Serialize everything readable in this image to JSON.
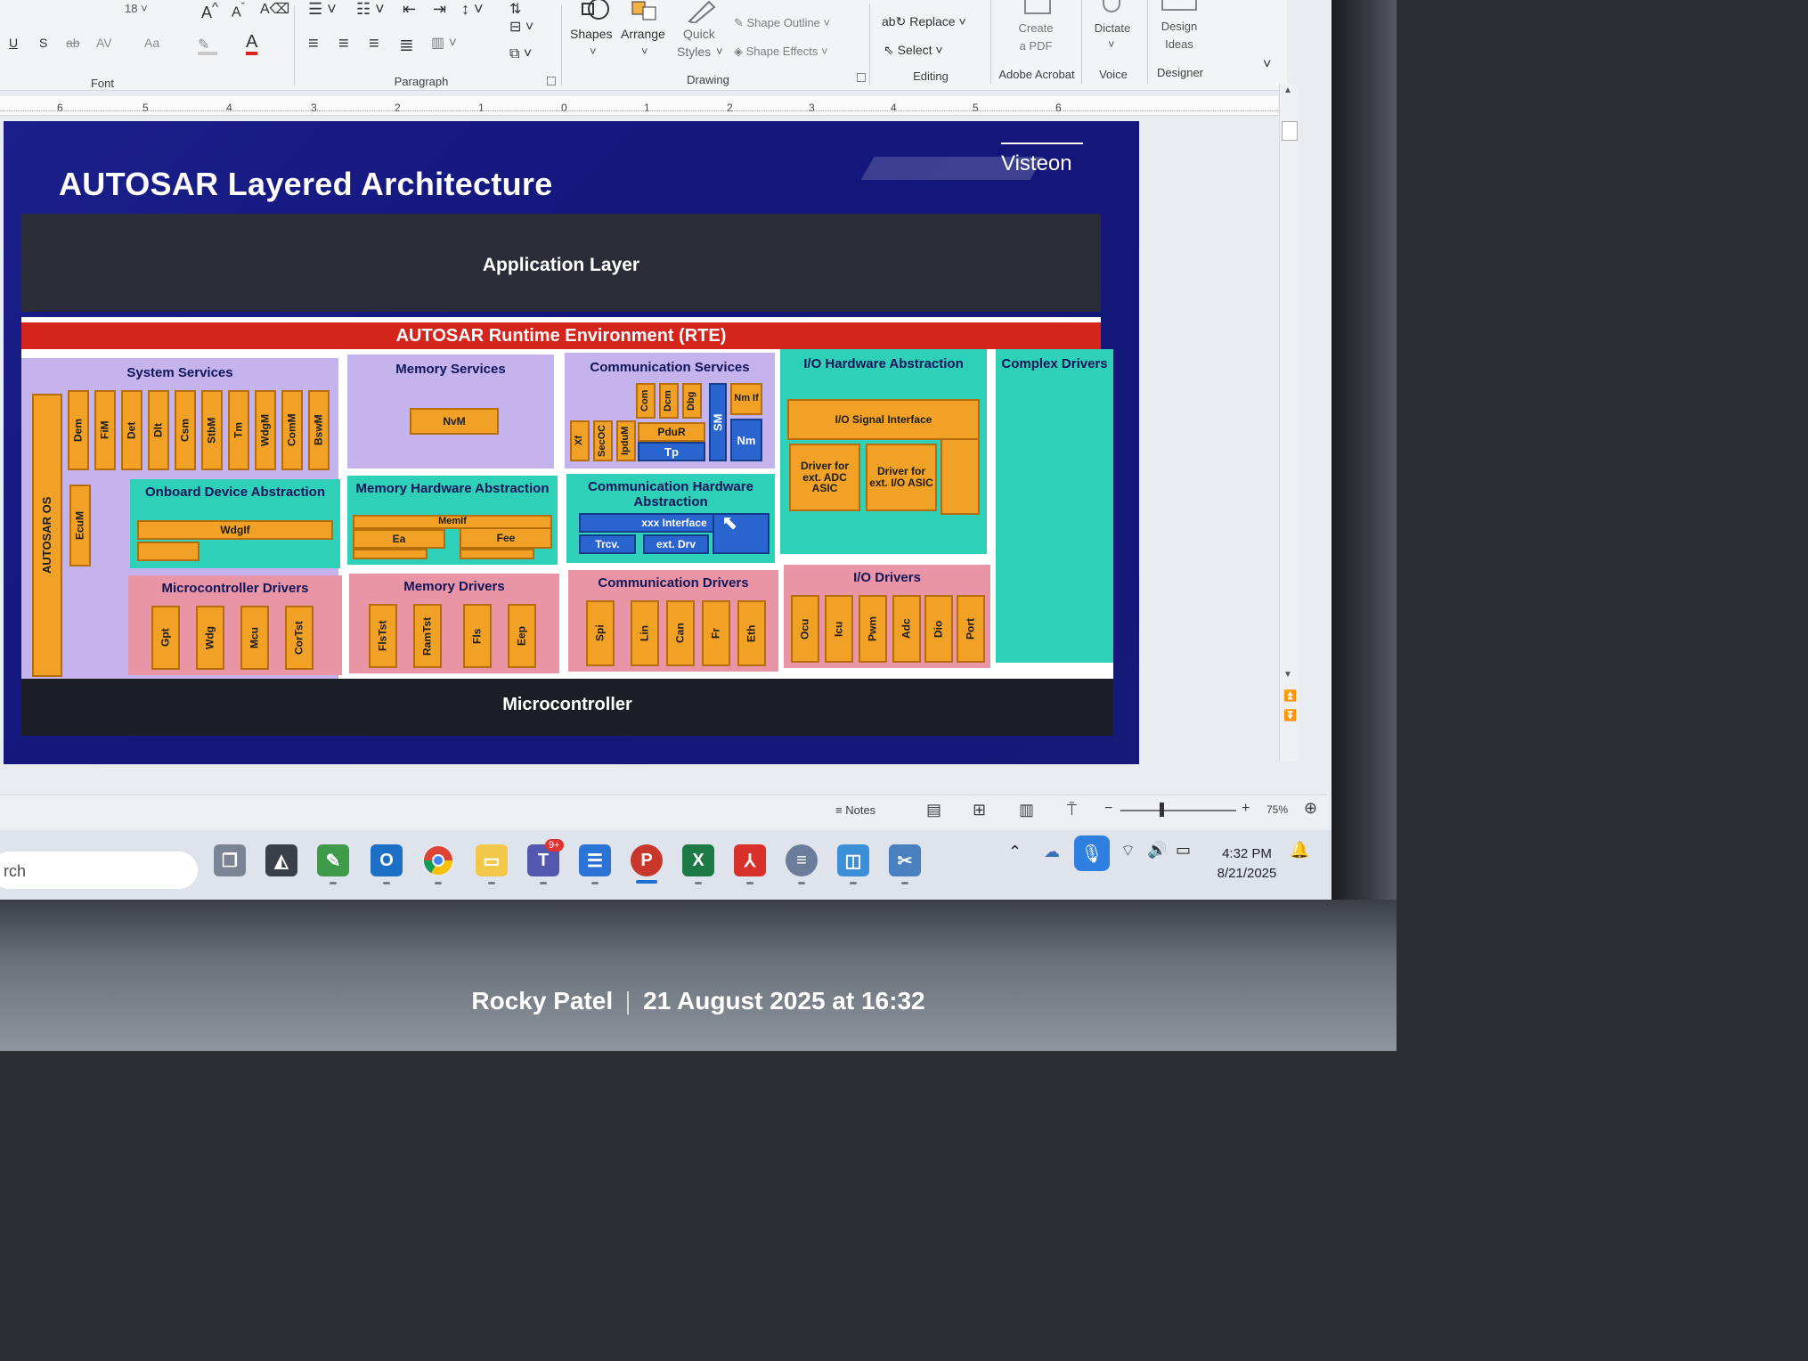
{
  "ribbon": {
    "font_size_value": "18",
    "groups": {
      "font": "Font",
      "paragraph": "Paragraph",
      "drawing": "Drawing",
      "editing": "Editing",
      "adobe": "Adobe Acrobat",
      "voice": "Voice",
      "designer": "Designer"
    },
    "buttons": {
      "shapes": "Shapes",
      "arrange": "Arrange",
      "quick_styles_1": "Quick",
      "quick_styles_2": "Styles",
      "shape_outline": "Shape Outline",
      "shape_effects": "Shape Effects",
      "replace": "Replace",
      "select": "Select",
      "create_pdf_1": "Create",
      "create_pdf_2": "a PDF",
      "dictate": "Dictate",
      "design_ideas_1": "Design",
      "design_ideas_2": "Ideas"
    },
    "font_buttons": {
      "underline": "U",
      "shadow": "S",
      "strike": "ab",
      "spacing": "AV",
      "case": "Aa",
      "font_color": "A",
      "grow": "A^",
      "shrink": "A^"
    }
  },
  "ruler": {
    "labels": [
      "6",
      "5",
      "4",
      "3",
      "2",
      "1",
      "0",
      "1",
      "2",
      "3",
      "4",
      "5",
      "6"
    ]
  },
  "slide": {
    "title": "AUTOSAR Layered Architecture",
    "brand": "Visteon",
    "application_layer": "Application Layer",
    "rte": "AUTOSAR Runtime Environment (RTE)",
    "microcontroller": "Microcontroller",
    "system_services": {
      "header": "System Services",
      "modules": [
        "Dem",
        "FiM",
        "Det",
        "Dlt",
        "Csm",
        "StbM",
        "Tm",
        "WdgM",
        "ComM",
        "BswM"
      ],
      "os": "AUTOSAR OS",
      "ecum": "EcuM"
    },
    "memory_services": {
      "header": "Memory Services",
      "nvm": "NvM"
    },
    "communication_services": {
      "header": "Communication Services",
      "upper": [
        "Com",
        "Dcm",
        "Dbg"
      ],
      "nm_if": "Nm If",
      "lower": [
        "Xf",
        "SecOC",
        "IpduM"
      ],
      "pdur": "PduR",
      "tp": "Tp",
      "sm": "SM",
      "nm": "Nm"
    },
    "io_hw_abstraction": {
      "header": "I/O Hardware Abstraction",
      "signal_interface": "I/O Signal Interface",
      "driver_adc": "Driver for ext. ADC ASIC",
      "driver_io": "Driver for ext. I/O ASIC"
    },
    "complex_drivers": {
      "header": "Complex Drivers"
    },
    "onboard_device": {
      "header": "Onboard Device Abstraction",
      "wdgif": "WdgIf"
    },
    "memory_hw_abstraction": {
      "header": "Memory Hardware Abstraction",
      "memif": "MemIf",
      "ea": "Ea",
      "fee": "Fee"
    },
    "comm_hw_abstraction": {
      "header": "Communication Hardware Abstraction",
      "interface": "xxx Interface",
      "trcv": "Trcv.",
      "ext_drv": "ext. Drv"
    },
    "microcontroller_drivers": {
      "header": "Microcontroller Drivers",
      "modules": [
        "Gpt",
        "Wdg",
        "Mcu",
        "CorTst"
      ]
    },
    "memory_drivers": {
      "header": "Memory Drivers",
      "modules": [
        "FlsTst",
        "RamTst",
        "Fls",
        "Eep"
      ]
    },
    "communication_drivers": {
      "header": "Communication Drivers",
      "modules": [
        "Spi",
        "Lin",
        "Can",
        "Fr",
        "Eth"
      ]
    },
    "io_drivers": {
      "header": "I/O Drivers",
      "modules": [
        "Ocu",
        "Icu",
        "Pwm",
        "Adc",
        "Dio",
        "Port"
      ]
    }
  },
  "statusbar": {
    "notes": "Notes",
    "zoom": "75%"
  },
  "taskbar": {
    "search_text": "rch",
    "teams_badge": "9+",
    "time": "4:32 PM",
    "date": "8/21/2025"
  },
  "photo_caption": {
    "author": "Rocky Patel",
    "datetime": "21 August 2025 at 16:32"
  },
  "colors": {
    "slide_bg": "#15187a",
    "rte_red": "#d4241c",
    "module_orange": "#f0a126",
    "services_lavender": "#c4b3ec",
    "abstraction_teal": "#2fd0b8",
    "drivers_pink": "#e995a5",
    "comm_blue": "#2a64cf"
  }
}
